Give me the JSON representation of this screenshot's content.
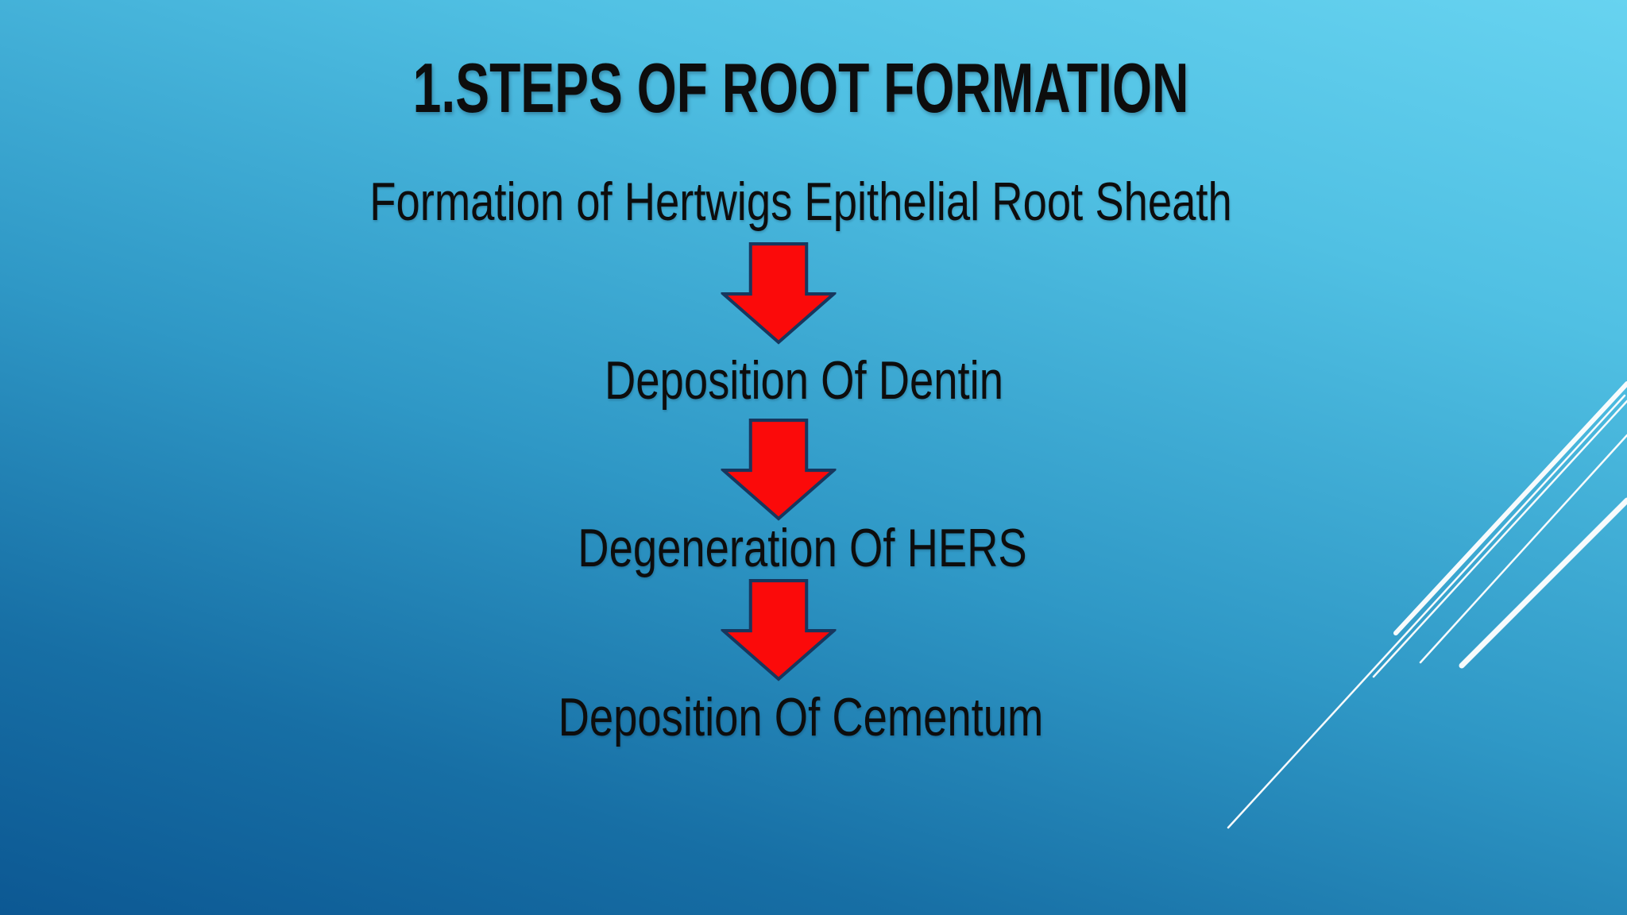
{
  "slide": {
    "title": "1.STEPS OF ROOT FORMATION",
    "flow_steps": [
      "Formation of Hertwigs Epithelial Root Sheath",
      "Deposition Of Dentin",
      "Degeneration Of HERS",
      "Deposition Of Cementum"
    ],
    "arrow_direction": "down",
    "colors": {
      "background_top": "#67d3f0",
      "background_bottom": "#0c5893",
      "text_color": "#0d0d0d",
      "arrow_fill": "#fb0a0a",
      "arrow_outline": "#17375e",
      "accent_lines": "#ffffff"
    }
  }
}
